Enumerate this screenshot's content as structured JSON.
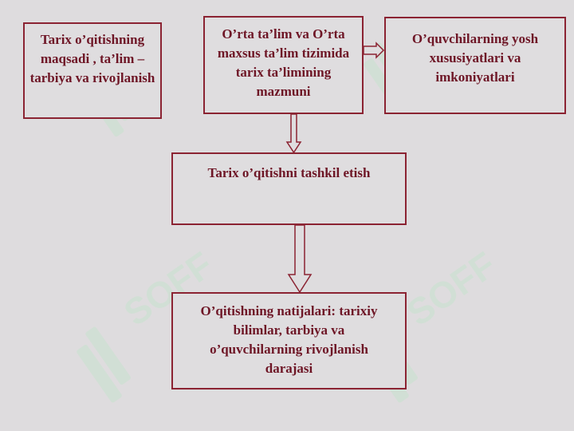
{
  "diagram": {
    "boxes": {
      "goals": "Tarix o’qitishning maqsadi , ta’lim – tarbiya va rivojlanish",
      "content": "O’rta ta’lim va O’rta maxsus ta’lim tizimida tarix ta’limining mazmuni",
      "students": "O’quvchilarning yosh xususiyatlari va imkoniyatlari",
      "organization": "Tarix o’qitishni tashkil etish",
      "results": "O’qitishning natijalari: tarixiy bilimlar, tarbiya va o’quvchilarning rivojlanish darajasi"
    },
    "colors": {
      "background": "#dedcde",
      "border": "#8b2332",
      "text": "#6e1626",
      "watermark": "#c9e3cf"
    },
    "watermark": "SOFF"
  }
}
